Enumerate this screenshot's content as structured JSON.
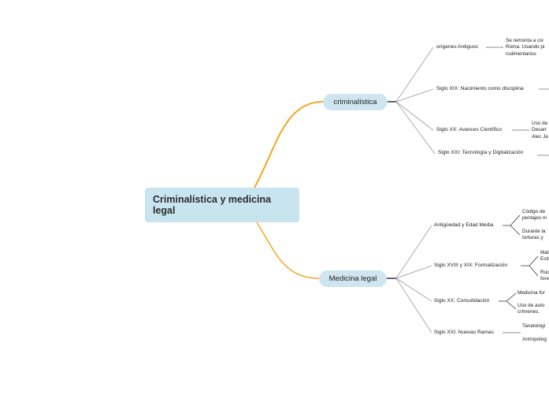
{
  "root": {
    "label": "Criminalística y medicina legal"
  },
  "branches": [
    {
      "label": "criminalística",
      "children": [
        {
          "label": "orígenes Antiguos",
          "notes": [
            "Se remonta a civ Roma. Usando pi rudimentarios"
          ]
        },
        {
          "label": "Siglo XIX: Nacimiento como disciplina",
          "notes": []
        },
        {
          "label": "Siglo XX: Avances Científico",
          "notes": [
            "Uso de Desarr Alec Je"
          ]
        },
        {
          "label": "Siglo XXI: Tecnología y Digitalización",
          "notes": []
        }
      ]
    },
    {
      "label": "Medicina legal",
      "children": [
        {
          "label": "Antigüedad y Edad Media",
          "notes": [
            "Código de peritajes m",
            "Durante la torturas y"
          ]
        },
        {
          "label": "Siglo XVIII y XIX: Formalización",
          "notes": [
            "Mat Estr",
            "Ruc fore"
          ]
        },
        {
          "label": "Siglo XX: Consolidación",
          "notes": [
            "Medicina for",
            "Uso de auto crímenes."
          ]
        },
        {
          "label": "Siglo XXI: Nuevas Ramas",
          "notes": [
            "Tanatologí",
            "Antropolog"
          ]
        }
      ]
    }
  ],
  "colors": {
    "root_fill": "#c8e4ef",
    "branch_fill": "#cfe6f0",
    "connector": "#f5a623",
    "line": "#8a8a8a"
  }
}
